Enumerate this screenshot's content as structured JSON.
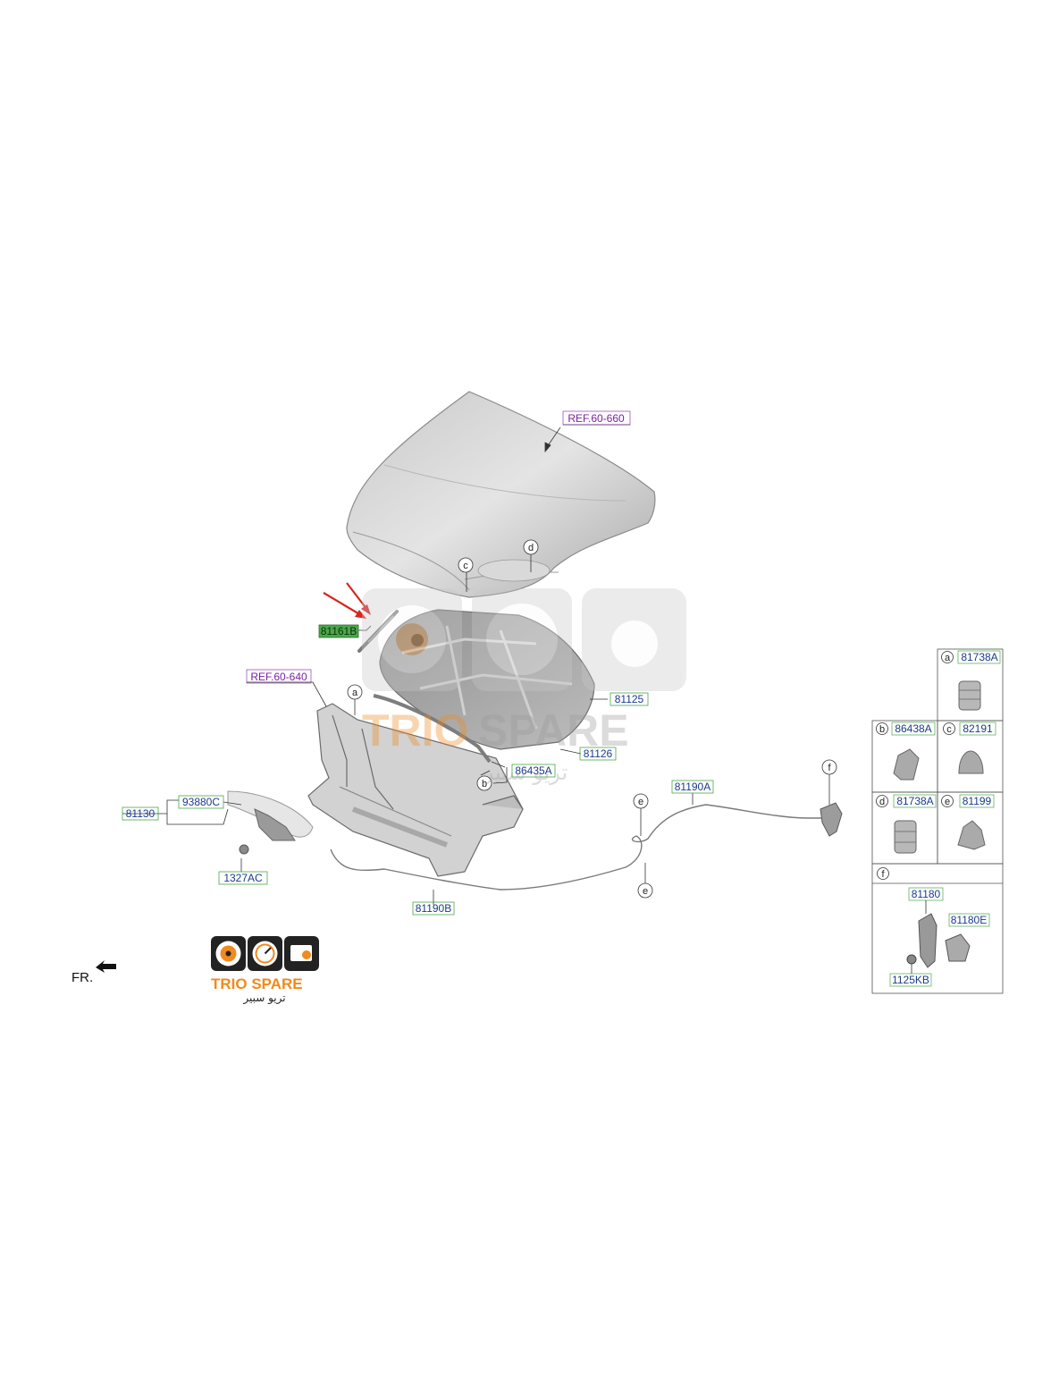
{
  "labels": {
    "ref_hood": "REF.60-660",
    "ref_carrier": "REF.60-640",
    "p81161b": "81161B",
    "p81125": "81125",
    "p81126": "81126",
    "p86435a": "86435A",
    "p81130": "81130",
    "p93880c": "93880C",
    "p1327ac": "1327AC",
    "p81190b": "81190B",
    "p81190a": "81190A",
    "fr": "FR."
  },
  "callouts": {
    "a": "a",
    "b": "b",
    "c": "c",
    "d": "d",
    "e": "e",
    "f": "f"
  },
  "legend": {
    "a_part": "81738A",
    "b_part": "86438A",
    "c_part": "82191",
    "d_part": "81738A",
    "e_part": "81199",
    "f_parts": [
      "81180",
      "81180E",
      "1125KB"
    ]
  },
  "logo": {
    "brand": "TRIO SPARE",
    "arabic": "تريو سبير"
  },
  "watermark": {
    "brand_left": "TRIO",
    "brand_right": "SPARE",
    "arabic": "تريو سبير"
  },
  "colors": {
    "part_number_text": "#1b3a8c",
    "ref_text": "#7a1fa6",
    "highlight_fill": "#4aa84a",
    "arrow_red": "#d8241f",
    "logo_orange": "#f08a1c",
    "logo_dark": "#222222"
  }
}
